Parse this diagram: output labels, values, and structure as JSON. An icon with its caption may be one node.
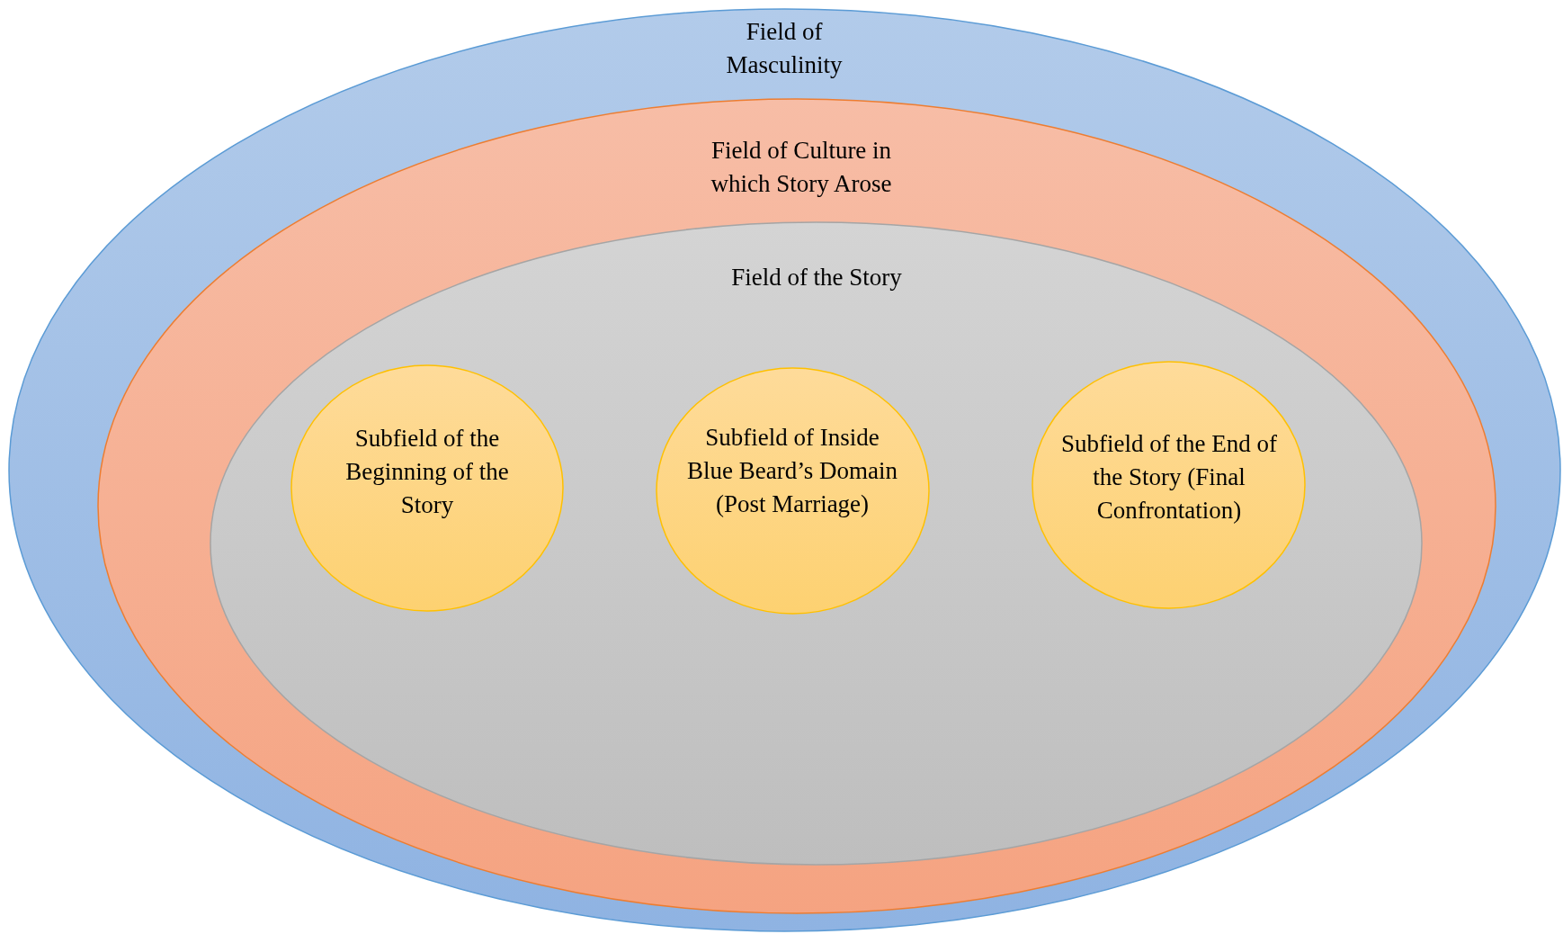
{
  "diagram": {
    "nodes": [
      {
        "text": [
          "Field of Masculinity"
        ]
      },
      {
        "text": [
          "Field of Culture in which Story Arose"
        ],
        "in": 0
      },
      {
        "text": [
          "Field of the Story"
        ],
        "in": 1
      },
      {
        "text": [
          "Subfield of the Beginning of the Story"
        ],
        "in": 2
      },
      {
        "text": [
          "Subfield of Inside Blue Beard’s Domain (Post Marriage)"
        ],
        "in": 2
      },
      {
        "text": [
          "Subfield of the End of the Story (Final Confrontation)"
        ],
        "in": 2
      }
    ],
    "edges": []
  }
}
